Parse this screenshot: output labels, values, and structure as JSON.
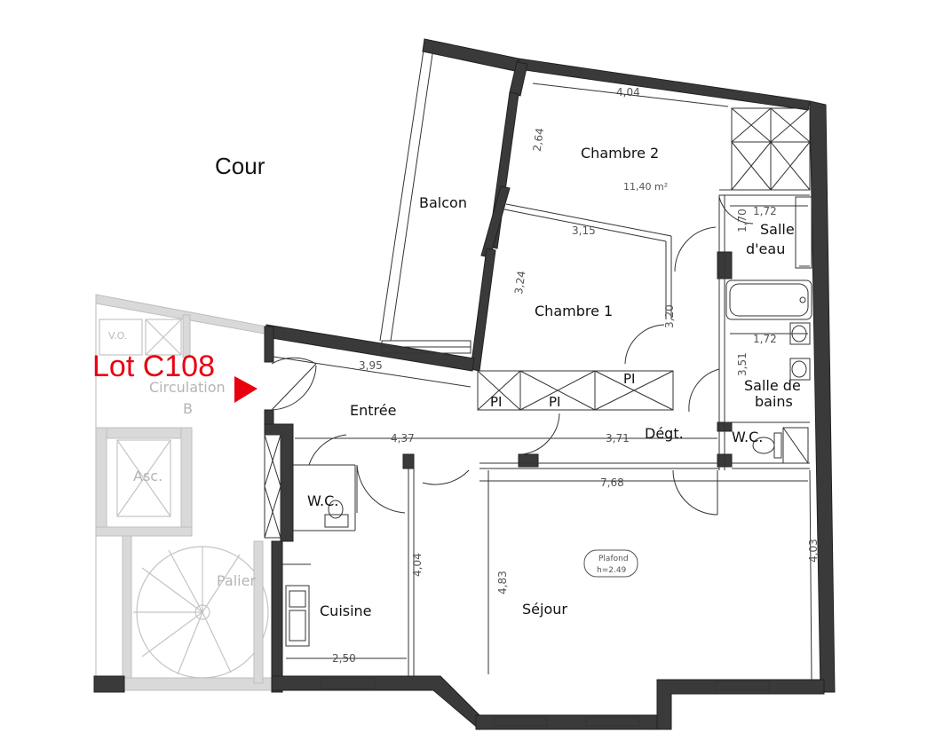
{
  "labels": {
    "cour": "Cour",
    "lot": "Lot C108",
    "circulation": "Circulation",
    "circulation_b": "B",
    "asc": "Asc.",
    "palier": "Palier",
    "vo": "V.O.",
    "balcon": "Balcon",
    "chambre2": "Chambre 2",
    "chambre2_area": "11,40 m²",
    "chambre1": "Chambre 1",
    "salle_eau_1": "Salle",
    "salle_eau_2": "d'eau",
    "salle_bains_1": "Salle de",
    "salle_bains_2": "bains",
    "entree": "Entrée",
    "degt": "Dégt.",
    "wc_left": "W.C.",
    "wc_right": "W.C.",
    "cuisine": "Cuisine",
    "sejour": "Séjour",
    "plafond_1": "Plafond",
    "plafond_2": "h=2.49",
    "pi_1": "PI",
    "pi_2": "PI",
    "pi_3": "PI"
  },
  "dimensions": {
    "d_404": "4,04",
    "d_264": "2,64",
    "d_172a": "1,72",
    "d_170": "1,70",
    "d_315": "3,15",
    "d_324": "3,24",
    "d_320": "3,20",
    "d_172b": "1,72",
    "d_351": "3,51",
    "d_395": "3,95",
    "d_437": "4,37",
    "d_371": "3,71",
    "d_768": "7,68",
    "d_404b": "4,04",
    "d_483": "4,83",
    "d_403": "4,03",
    "d_250": "2,50"
  },
  "colors": {
    "wall": "#3a3a3a",
    "lot_label": "#e8000f",
    "arrow": "#e8000f"
  }
}
